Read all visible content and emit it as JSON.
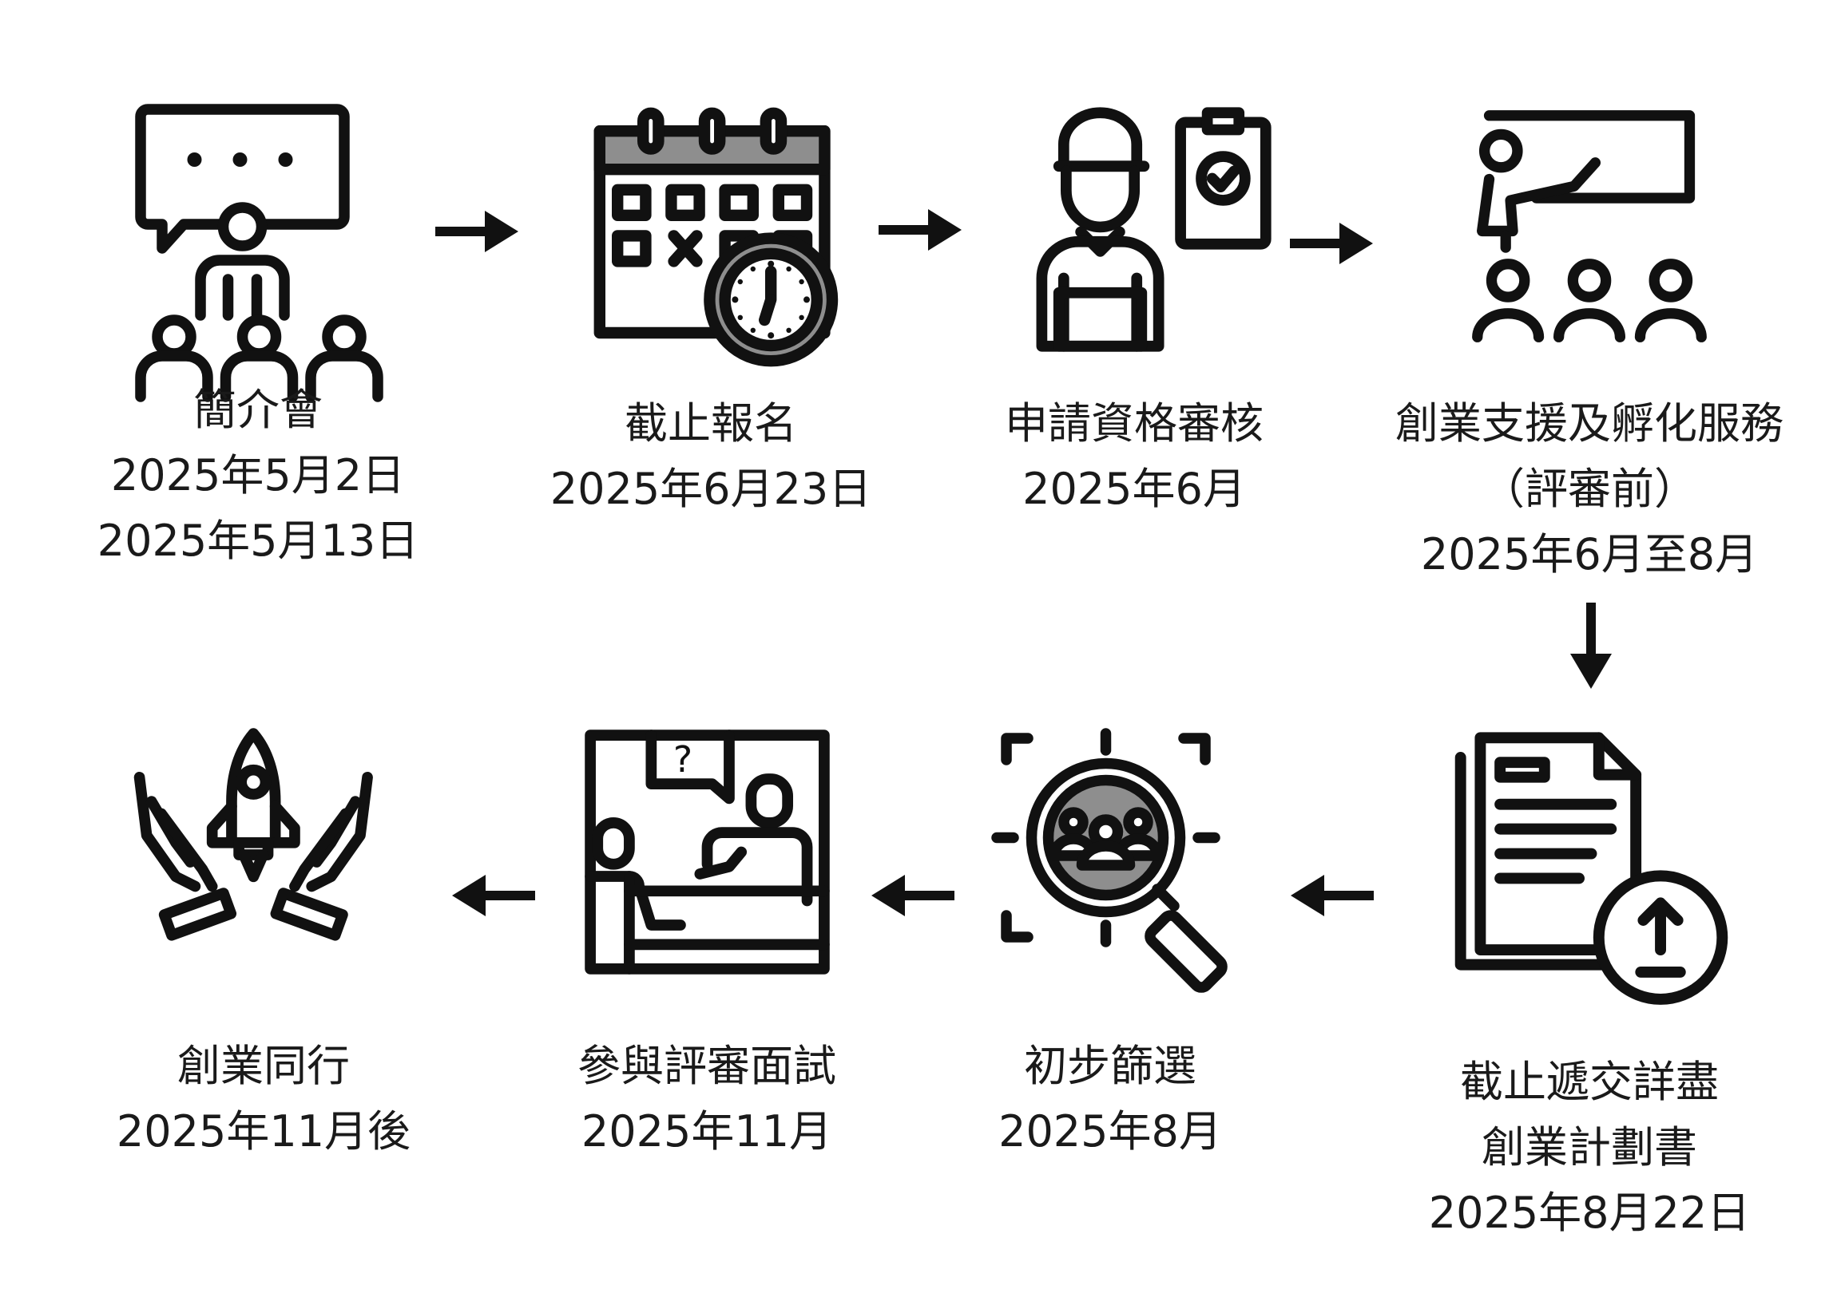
{
  "steps": [
    {
      "id": "briefing",
      "icon": "audience-presenter-icon",
      "lines": [
        "簡介會",
        "2025年5月2日",
        "2025年5月13日"
      ]
    },
    {
      "id": "deadline",
      "icon": "calendar-clock-icon",
      "lines": [
        "截止報名",
        "2025年6月23日"
      ]
    },
    {
      "id": "review",
      "icon": "worker-clipboard-icon",
      "lines": [
        "申請資格審核",
        "2025年6月"
      ]
    },
    {
      "id": "support",
      "icon": "presentation-class-icon",
      "lines": [
        "創業支援及孵化服務",
        "（評審前）",
        "2025年6月至8月"
      ]
    },
    {
      "id": "plan",
      "icon": "document-upload-icon",
      "lines": [
        "截止遞交詳盡",
        "創業計劃書",
        "2025年8月22日"
      ]
    },
    {
      "id": "screening",
      "icon": "magnifier-group-icon",
      "lines": [
        "初步篩選",
        "2025年8月"
      ]
    },
    {
      "id": "interview",
      "icon": "interview-icon",
      "lines": [
        "參與評審面試",
        "2025年11月"
      ]
    },
    {
      "id": "launch",
      "icon": "hands-rocket-icon",
      "lines": [
        "創業同行",
        "2025年11月後"
      ]
    }
  ],
  "arrows": [
    "right",
    "right",
    "right",
    "down",
    "left",
    "left",
    "left"
  ],
  "colors": {
    "line": "#111111",
    "fill_gray": "#8e8e8e",
    "background": "#ffffff"
  }
}
